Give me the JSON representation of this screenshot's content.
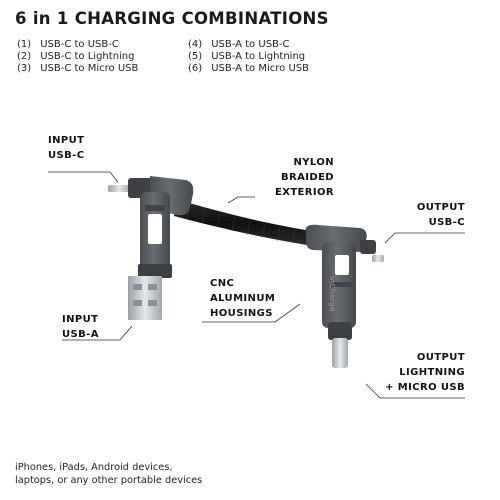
{
  "title": "6 in 1 CHARGING COMBINATIONS",
  "combinations": [
    {
      "num": "(1)",
      "from": "USB-C",
      "to": "USB-C"
    },
    {
      "num": "(2)",
      "from": "USB-C",
      "to": "Lightning"
    },
    {
      "num": "(3)",
      "from": "USB-C",
      "to": "Micro USB"
    },
    {
      "num": "(4)",
      "from": "USB-A",
      "to": "USB-C"
    },
    {
      "num": "(5)",
      "from": "USB-A",
      "to": "Lightning"
    },
    {
      "num": "(6)",
      "from": "USB-A",
      "to": "Micro USB"
    }
  ],
  "connector_word": "to",
  "callouts": {
    "input_usb_c": {
      "line1": "INPUT",
      "line2": "USB-C"
    },
    "nylon": {
      "line1": "NYLON",
      "line2": "BRAIDED",
      "line3": "EXTERIOR"
    },
    "output_usb_c": {
      "line1": "OUTPUT",
      "line2": "USB-C"
    },
    "cnc": {
      "line1": "CNC",
      "line2": "ALUMINUM",
      "line3": "HOUSINGS"
    },
    "input_usb_a": {
      "line1": "INPUT",
      "line2": "USB-A"
    },
    "output_lightning": {
      "line1": "OUTPUT",
      "line2": "LIGHTNING",
      "line3": "+ MICRO USB"
    }
  },
  "brand_engraving": "inCharge",
  "footer": {
    "line1": "iPhones, iPads, Android devices,",
    "line2": "laptops, or any other portable devices"
  },
  "colors": {
    "housing": "#5b5e62",
    "housing_dark": "#3f4145",
    "cable": "#1b1b1c",
    "metal": "#c9ccd0",
    "text": "#1a1a1a"
  }
}
